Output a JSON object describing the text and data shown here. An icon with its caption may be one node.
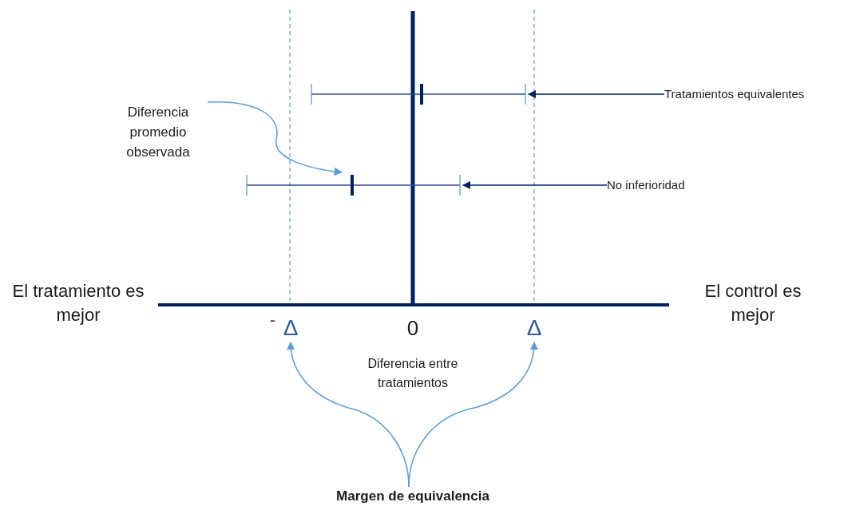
{
  "diagram": {
    "nodes": [
      {
        "text": [
          "Diferencia promedio observada"
        ]
      },
      {
        "text": [
          "Tratamientos equivalentes"
        ]
      },
      {
        "text": [
          "No inferioridad"
        ]
      },
      {
        "text": [],
        "shape": "bar"
      },
      {
        "text": [],
        "shape": "bar"
      },
      {
        "text": [
          "Δ"
        ],
        "beside": [
          "-"
        ]
      },
      {
        "text": [
          "Δ"
        ]
      },
      {
        "text": [
          "Margen de equivalencia"
        ]
      }
    ],
    "edges": [
      {
        "from": 0,
        "to": 4,
        "arrow": "to"
      },
      {
        "from": 1,
        "to": 3,
        "arrow": "to",
        "color": "#002060"
      },
      {
        "from": 2,
        "to": 4,
        "arrow": "to",
        "color": "#002060"
      },
      {
        "from": 7,
        "to": 5,
        "arrow": "to"
      },
      {
        "from": 7,
        "to": 6,
        "arrow": "to"
      }
    ],
    "labels": [
      "El tratamiento es mejor",
      "El control es mejor",
      "0",
      "Diferencia entre tratamientos"
    ]
  }
}
